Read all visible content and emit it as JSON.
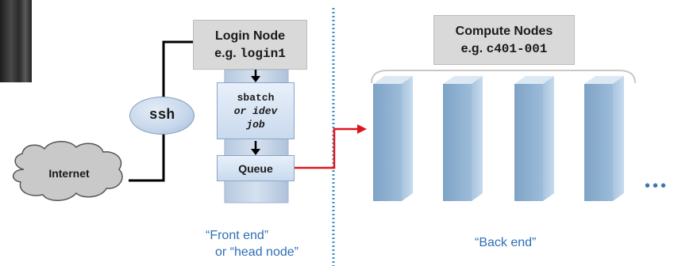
{
  "login_node": {
    "title": "Login Node",
    "example_prefix": "e.g.",
    "example_host": "login1"
  },
  "compute_nodes": {
    "title": "Compute Nodes",
    "example_prefix": "e.g.",
    "example_host": "c401-001"
  },
  "ssh_label": "ssh",
  "internet_label": "Internet",
  "submit_box": {
    "line1": "sbatch",
    "line2": "or idev",
    "line3": "job"
  },
  "queue_label": "Queue",
  "front_end_label": {
    "line1": "“Front end”",
    "line2": "or “head node”"
  },
  "back_end_label": "“Back end”",
  "continuation_marker": "•••",
  "colors": {
    "box_fill": "#c9daee",
    "box_border": "#8aa5c7",
    "header_fill": "#d9d9d9",
    "divider": "#3a8fc4",
    "link": "#e0141e",
    "caption": "#2e6eb5"
  }
}
